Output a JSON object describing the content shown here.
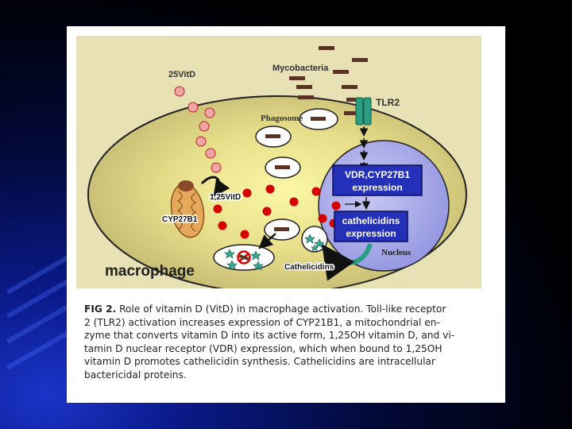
{
  "figure": {
    "labels": {
      "mycobacteria": "Mycobacteria",
      "vitd25": "25VitD",
      "tlr2": "TLR2",
      "phagosome": "Phagosome",
      "cyp27b1_mito": "CYP27B1",
      "vitd125": "1,25VitD",
      "vdr_line1": "VDR,CYP27B1",
      "vdr_line2": "expression",
      "cath_line1": "cathelicidins",
      "cath_line2": "expression",
      "nucleus": "Nucleus",
      "cathelicidins": "Cathelicidins",
      "macrophage": "macrophage"
    },
    "colors": {
      "panel_bg": "#e7e1b5",
      "cell_fill": "#c9c07a",
      "nucleus_fill": "#9ea0e6",
      "receptor_box": "#2430b8",
      "vitd_dot": "#d60000",
      "bacteria": "#5b3324",
      "tlr2": "#2a9e82"
    }
  },
  "caption": {
    "fig_label": "FIG 2.",
    "line1": "Role of vitamin D (VitD) in macrophage activation. Toll-like receptor",
    "line2": "2 (TLR2) activation increases expression of CYP21B1, a mitochondrial en-",
    "line3": "zyme that converts vitamin D into its active form, 1,25OH vitamin D, and vi-",
    "line4": "tamin D nuclear receptor (VDR) expression, which when bound to 1,25OH",
    "line5": "vitamin D promotes cathelicidin synthesis. Cathelicidins are intracellular",
    "line6": "bactericidal proteins."
  }
}
